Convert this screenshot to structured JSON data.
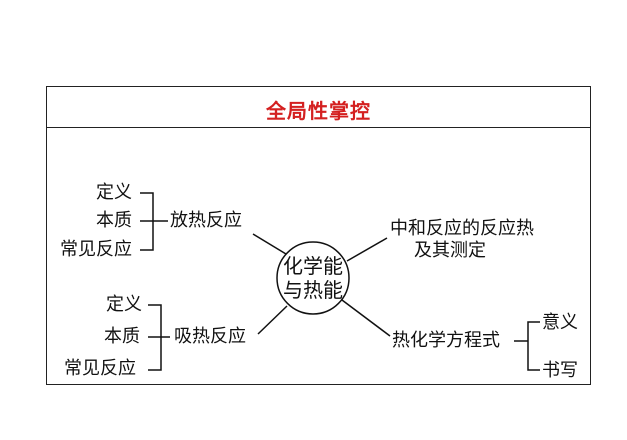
{
  "title": "全局性掌控",
  "center": {
    "line1": "化学能",
    "line2": "与热能"
  },
  "left_top": {
    "items": [
      "定义",
      "本质",
      "常见反应"
    ],
    "label": "放热反应"
  },
  "left_bottom": {
    "items": [
      "定义",
      "本质",
      "常见反应"
    ],
    "label": "吸热反应"
  },
  "right_top": {
    "line1": "中和反应的反应热",
    "line2": "及其测定"
  },
  "right_bottom": {
    "label": "热化学方程式",
    "items": [
      "意义",
      "书写"
    ]
  }
}
